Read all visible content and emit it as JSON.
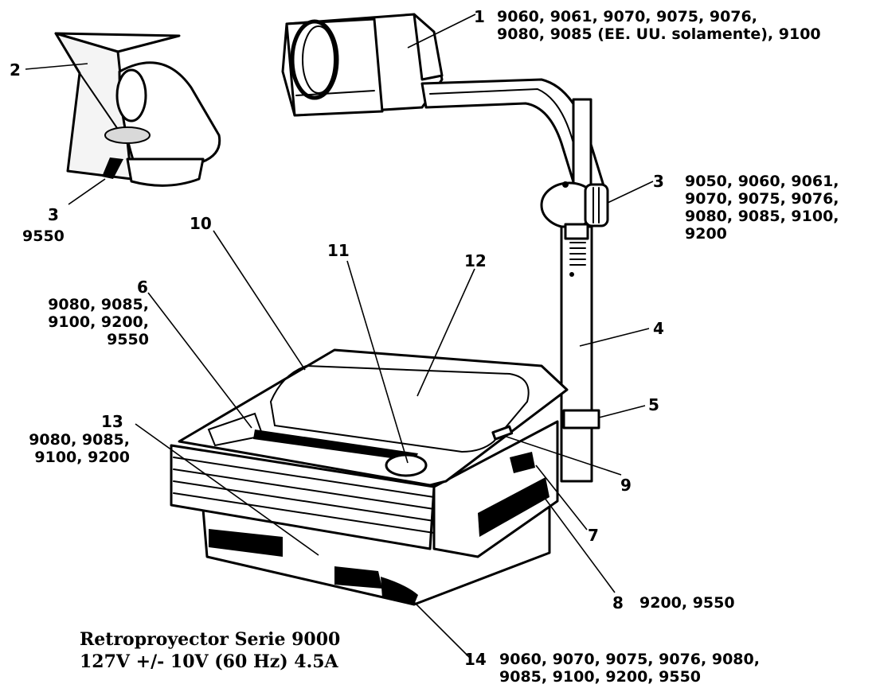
{
  "callouts": {
    "c1": {
      "num": "1",
      "models": "9060, 9061, 9070, 9075, 9076,\n9080, 9085 (EE. UU. solamente), 9100"
    },
    "c2": {
      "num": "2"
    },
    "c3_left": {
      "num": "3",
      "models": "9550"
    },
    "c3_right": {
      "num": "3",
      "models": "9050, 9060, 9061,\n9070, 9075, 9076,\n9080, 9085, 9100,\n9200"
    },
    "c4": {
      "num": "4"
    },
    "c5": {
      "num": "5"
    },
    "c6": {
      "num": "6",
      "models": "9080, 9085,\n9100, 9200,\n9550"
    },
    "c7": {
      "num": "7"
    },
    "c8": {
      "num": "8",
      "models": "9200, 9550"
    },
    "c9": {
      "num": "9"
    },
    "c10": {
      "num": "10"
    },
    "c11": {
      "num": "11"
    },
    "c12": {
      "num": "12"
    },
    "c13": {
      "num": "13",
      "models": "9080, 9085,\n9100, 9200"
    },
    "c14": {
      "num": "14",
      "models": "9060, 9070, 9075, 9076, 9080,\n9085, 9100, 9200, 9550"
    }
  },
  "footer": {
    "line1": "Retroproyector Serie 9000",
    "line2": "127V +/- 10V (60 Hz) 4.5A"
  }
}
